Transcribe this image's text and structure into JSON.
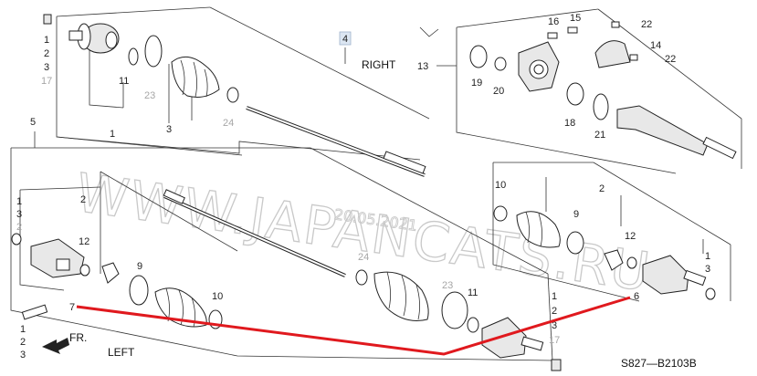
{
  "diagram": {
    "right_label": "RIGHT",
    "left_label": "LEFT",
    "front_label": "FR.",
    "diagram_code": "S827—B2103B",
    "highlighted_part": "4",
    "watermark": "WWW.JAPANCATS.RU",
    "watermark_date": "20.05.2021",
    "colors": {
      "annotation_line": "#e0191e",
      "highlight_box": "#dce6f2"
    }
  },
  "callouts": {
    "r_1": "1",
    "r_2": "2",
    "r_3": "3",
    "r_17": "17",
    "r_11": "11",
    "r_23": "23",
    "r_3b": "3",
    "r_1b": "1",
    "r_24": "24",
    "r_4": "4",
    "r_5": "5",
    "r_16": "16",
    "r_15": "15",
    "r_22a": "22",
    "r_14": "14",
    "r_22b": "22",
    "r_13": "13",
    "r_19": "19",
    "r_20": "20",
    "r_18": "18",
    "r_21": "21",
    "l_10a": "10",
    "l_9a": "9",
    "l_2a": "2",
    "l_12a": "12",
    "l_1a": "1",
    "l_3a": "3",
    "l_6": "6",
    "l_1b": "1",
    "l_3b": "3",
    "l_2b": "2",
    "l_12b": "12",
    "l_9b": "9",
    "l_10b": "10",
    "l_7": "7",
    "l_1c": "1",
    "l_2c": "2",
    "l_3c": "3",
    "l_24": "24",
    "l_23": "23",
    "l_11": "11",
    "l_1d": "1",
    "l_2d": "2",
    "l_3d": "3",
    "l_17": "17"
  }
}
